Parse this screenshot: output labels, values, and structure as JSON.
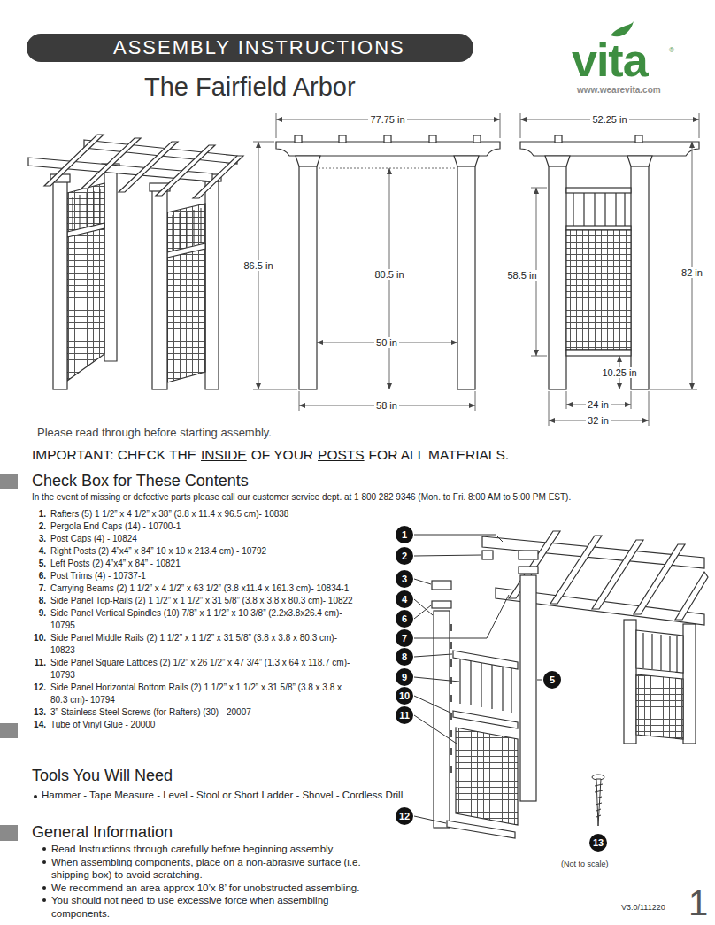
{
  "diagram": {
    "title": "The Fairfield Arbor",
    "nodes": [
      {
        "text": [
          "ASSEMBLY INSTRUCTIONS"
        ]
      },
      {
        "text": [
          "1"
        ]
      },
      {
        "text": [
          "2"
        ]
      },
      {
        "text": [
          "3"
        ]
      },
      {
        "text": [
          "4"
        ]
      },
      {
        "text": [
          "6"
        ]
      },
      {
        "text": [
          "7"
        ]
      },
      {
        "text": [
          "8"
        ]
      },
      {
        "text": [
          "9"
        ]
      },
      {
        "text": [
          "5"
        ]
      },
      {
        "text": [
          "10"
        ]
      },
      {
        "text": [
          "11"
        ]
      },
      {
        "text": [
          "12"
        ]
      },
      {
        "text": [
          "13"
        ]
      }
    ],
    "labels": [
      "vita",
      "®",
      "www.wearevita.com",
      "77.75 in",
      "52.25 in",
      "86.5 in",
      "80.5 in",
      "58.5 in",
      "82 in",
      "50 in",
      "10.25 in",
      "58 in",
      "24 in",
      "32 in",
      "Please read through before starting assembly.",
      "IMPORTANT: CHECK THE",
      "INSIDE",
      "OF YOUR",
      "POSTS",
      "FOR ALL MATERIALS.",
      "Check Box for These Contents",
      "In the event of missing or defective parts please call our customer service dept. at 1 800 282 9346 (Mon. to Fri. 8:00 AM to 5:00 PM EST).",
      "1.",
      "Rafters (5) 1 1/2” x 4 1/2” x 38” (3.8 x 11.4 x 96.5 cm)- 10838",
      "2.",
      "Pergola End Caps (14) - 10700-1",
      "3.",
      "Post Caps (4) - 10824",
      "4.",
      "Right Posts (2) 4”x4” x 84” 10 x 10 x 213.4 cm) - 10792",
      "5.",
      "Left Posts (2) 4”x4” x 84” - 10821",
      "6.",
      "Post Trims (4) - 10737-1",
      "7.",
      "Carrying Beams (2) 1 1/2” x 4 1/2” x 63 1/2” (3.8 x11.4 x 161.3 cm)- 10834-1",
      "8.",
      "Side Panel Top-Rails (2) 1 1/2” x 1 1/2” x 31 5/8” (3.8 x 3.8 x 80.3 cm)- 10822",
      "9.",
      "Side Panel Vertical Spindles (10) 7/8” x 1 1/2” x 10 3/8” (2.2x3.8x26.4 cm)- 10795",
      "10.",
      "Side Panel Middle Rails (2) 1 1/2” x 1 1/2” x 31 5/8” (3.8 x 3.8 x 80.3 cm)- 10823",
      "11.",
      "Side Panel Square Lattices (2) 1/2” x 26 1/2” x 47 3/4” (1.3 x 64 x 118.7 cm)- 10793",
      "12.",
      "Side Panel Horizontal Bottom Rails (2) 1 1/2” x 1 1/2” x 31 5/8” (3.8 x 3.8 x 80.3 cm)- 10794",
      "13.",
      "3” Stainless Steel Screws (for Rafters) (30) - 20007",
      "14.",
      "Tube of Vinyl Glue - 20000",
      "Tools You Will Need",
      "Hammer - Tape Measure - Level - Stool or Short Ladder - Shovel - Cordless Drill",
      "General Information",
      "Read Instructions through carefully before beginning assembly.",
      "When assembling components, place on a non-abrasive surface (i.e. shipping box) to avoid scratching.",
      "We recommend an area approx 10’x 8’ for unobstructed assembling.",
      "You should not need to use excessive force when assembling components.",
      "(Not to scale)",
      "V3.0/111220",
      "1"
    ]
  }
}
